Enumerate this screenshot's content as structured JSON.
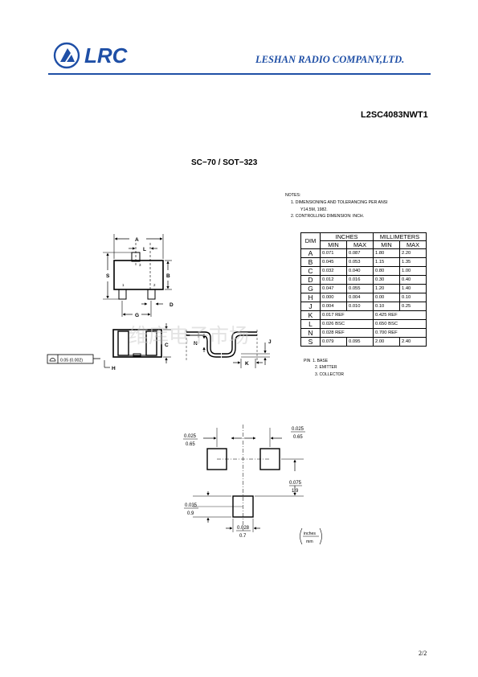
{
  "header": {
    "logo_text": "LRC",
    "company": "LESHAN RADIO COMPANY,LTD.",
    "part_number": "L2SC4083NWT1",
    "brand_color": "#1f4fa6"
  },
  "package_title": "SC−70 / SOT−323",
  "notes": {
    "title": "NOTES:",
    "line1": "1.  DIMENSIONING AND TOLERANCING PER ANSI",
    "line2": "Y14.5M, 1982.",
    "line3": "2.  CONTROLLING DIMENSION: INCH."
  },
  "dim_table": {
    "dim_header": "DIM",
    "inches_header": "INCHES",
    "mm_header": "MILLIMETERS",
    "min": "MIN",
    "max": "MAX",
    "rows": [
      {
        "dim": "A",
        "in_min": "0.071",
        "in_max": "0.087",
        "mm_min": "1.80",
        "mm_max": "2.20"
      },
      {
        "dim": "B",
        "in_min": "0.045",
        "in_max": "0.053",
        "mm_min": "1.15",
        "mm_max": "1.35"
      },
      {
        "dim": "C",
        "in_min": "0.032",
        "in_max": "0.040",
        "mm_min": "0.80",
        "mm_max": "1.00"
      },
      {
        "dim": "D",
        "in_min": "0.012",
        "in_max": "0.016",
        "mm_min": "0.30",
        "mm_max": "0.40"
      },
      {
        "dim": "G",
        "in_min": "0.047",
        "in_max": "0.055",
        "mm_min": "1.20",
        "mm_max": "1.40"
      },
      {
        "dim": "H",
        "in_min": "0.000",
        "in_max": "0.004",
        "mm_min": "0.00",
        "mm_max": "0.10"
      },
      {
        "dim": "J",
        "in_min": "0.004",
        "in_max": "0.010",
        "mm_min": "0.10",
        "mm_max": "0.25"
      }
    ],
    "ref_rows": [
      {
        "dim": "K",
        "in": "0.017 REF",
        "mm": "0.425 REF"
      },
      {
        "dim": "L",
        "in": "0.026 BSC",
        "mm": "0.650 BSC"
      },
      {
        "dim": "N",
        "in": "0.028 REF",
        "mm": "0.700 REF"
      }
    ],
    "last_row": {
      "dim": "S",
      "in_min": "0.079",
      "in_max": "0.095",
      "mm_min": "2.00",
      "mm_max": "2.40"
    }
  },
  "pins": {
    "title": "PIN",
    "p1": "1.  BASE",
    "p2": "2.  EMITTER",
    "p3": "3.  COLLECTOR"
  },
  "drawing": {
    "labels": {
      "A": "A",
      "L": "L",
      "S": "S",
      "B": "B",
      "D": "D",
      "G": "G",
      "C": "C",
      "H": "H",
      "N": "N",
      "J": "J",
      "K": "K"
    },
    "pin_numbers": {
      "p1": "1",
      "p2": "2",
      "p3": "3"
    },
    "flatness_tolerance": "0.05 (0.002)"
  },
  "footprint": {
    "tl_in": "0.025",
    "tl_mm": "0.65",
    "tr_in": "0.025",
    "tr_mm": "0.65",
    "r_in": "0.075",
    "r_mm": "1.9",
    "l_in": "0.035",
    "l_mm": "0.9",
    "b_in": "0.028",
    "b_mm": "0.7",
    "unit_top": "inches",
    "unit_bottom": "mm"
  },
  "watermark": "维库电子市场",
  "page_number": "2/2"
}
